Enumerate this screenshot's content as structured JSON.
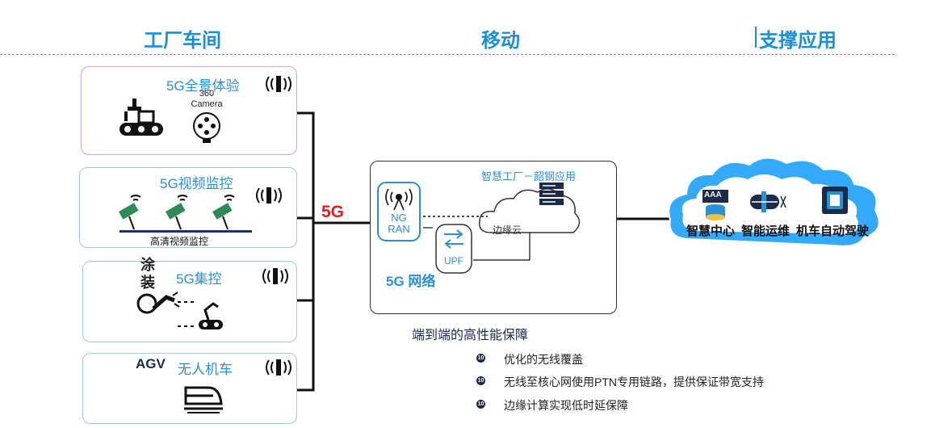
{
  "headers": {
    "left": "工厂车间",
    "middle": "移动",
    "right": "支撑应用"
  },
  "panels": {
    "panorama": {
      "title": "5G全景体验",
      "camera_label": "360\nCamera"
    },
    "video": {
      "title": "5G视频监控",
      "caption": "高清视频监控"
    },
    "control": {
      "title": "5G集控",
      "side_label": "涂\n装"
    },
    "agv": {
      "prefix": "AGV",
      "title": "无人机车"
    }
  },
  "link_label": "5G",
  "network": {
    "cloud_title": "智慧工厂－韶钢应用",
    "cloud_label": "边缘云",
    "ran_label": "NG\nRAN",
    "upf_label": "UPF",
    "network_title": "5G 网络"
  },
  "apps": [
    {
      "label": "智慧中心",
      "icon": "server-stack-icon",
      "badge": "AAA"
    },
    {
      "label": "智能运维",
      "icon": "ops-gear-icon"
    },
    {
      "label": "机车自动驾驶",
      "icon": "locomotive-icon"
    }
  ],
  "guarantee": {
    "heading": "端到端的高性能保障",
    "bullets": [
      "优化的无线覆盖",
      "无线至核心网使用PTN专用链路，提供保证带宽支持",
      "边缘计算实现低时延保障"
    ]
  },
  "colors": {
    "accent": "#1a8fd8",
    "link": "#e02020",
    "cloud": "#33aaff"
  }
}
